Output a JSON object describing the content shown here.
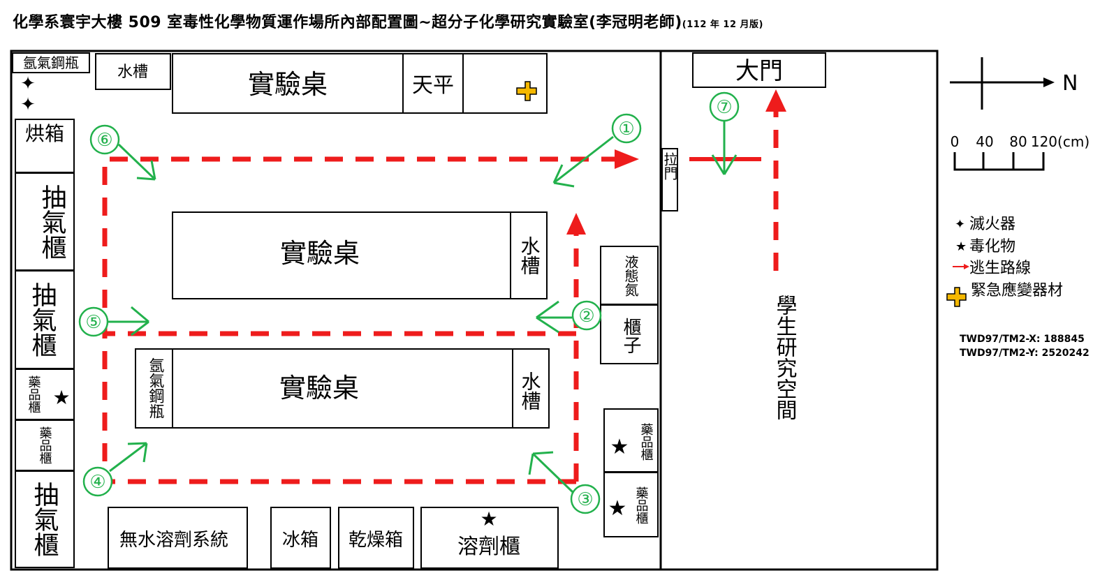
{
  "title": {
    "main": "化學系寰宇大樓 509 室毒性化學物質運作場所內部配置圖~超分子化學研究實驗室(李冠明老師)",
    "version": "(112 年 12 月版)"
  },
  "labels": {
    "argon_cylinder_top": "氬氣鋼瓶",
    "sink_top": "水槽",
    "bench_top": "實驗桌",
    "balance": "天平",
    "oven": "烘箱",
    "fume_hood_1": "抽氣櫃",
    "fume_hood_2": "抽氣櫃",
    "chem_cabinet_left_1": "藥品櫃",
    "chem_cabinet_left_2": "藥品櫃",
    "fume_hood_3": "抽氣櫃",
    "bench_middle": "實驗桌",
    "sink_middle": "水槽",
    "argon_cylinder_bottom": "氬氣鋼瓶",
    "bench_bottom": "實驗桌",
    "sink_bottom": "水槽",
    "liquid_nitrogen": "液態氮",
    "cabinet": "櫃子",
    "chem_cabinet_right_1": "藥品櫃",
    "chem_cabinet_right_2": "藥品櫃",
    "anhydrous_solvent_system": "無水溶劑系統",
    "fridge": "冰箱",
    "dry_box": "乾燥箱",
    "solvent_cabinet": "溶劑櫃",
    "sliding_door": "拉門",
    "main_door": "大門",
    "student_area": "學生研究空間"
  },
  "markers": [
    "①",
    "②",
    "③",
    "④",
    "⑤",
    "⑥",
    "⑦"
  ],
  "compass": {
    "north": "N"
  },
  "scale": {
    "ticks": [
      "0",
      "40",
      "80",
      "120(cm)"
    ]
  },
  "legend": [
    {
      "symbol": "✦",
      "label": "滅火器"
    },
    {
      "symbol": "★",
      "label": "毒化物"
    },
    {
      "symbol": "→",
      "label": "逃生路線"
    },
    {
      "symbol": "emergency-cross",
      "label": "緊急應變器材"
    }
  ],
  "coords": {
    "x": "TWD97/TM2-X: 188845",
    "y": "TWD97/TM2-Y: 2520242"
  },
  "colors": {
    "route": "#ee1c1c",
    "marker": "#22b14c",
    "emergency": "#f5b800"
  }
}
